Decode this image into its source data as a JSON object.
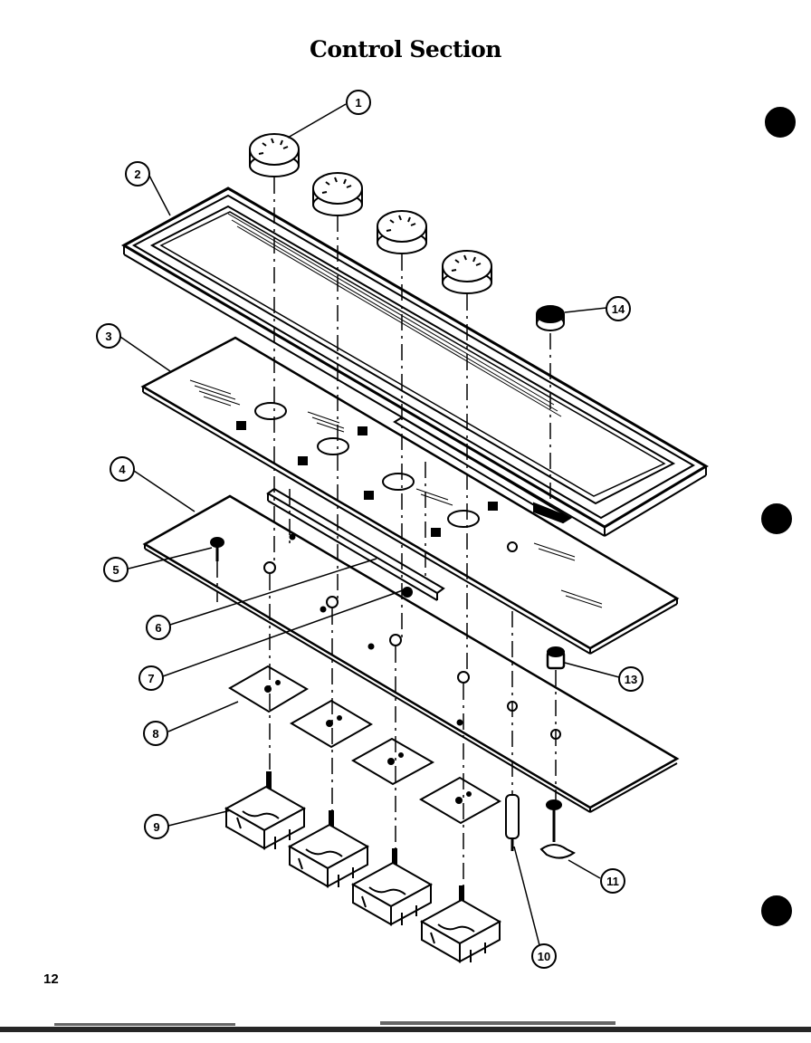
{
  "title": "Control Section",
  "page_number": "12",
  "callouts": [
    "1",
    "2",
    "3",
    "4",
    "5",
    "6",
    "7",
    "8",
    "9",
    "10",
    "11",
    "13",
    "14"
  ],
  "colors": {
    "ink": "#000000",
    "paper": "#ffffff"
  }
}
